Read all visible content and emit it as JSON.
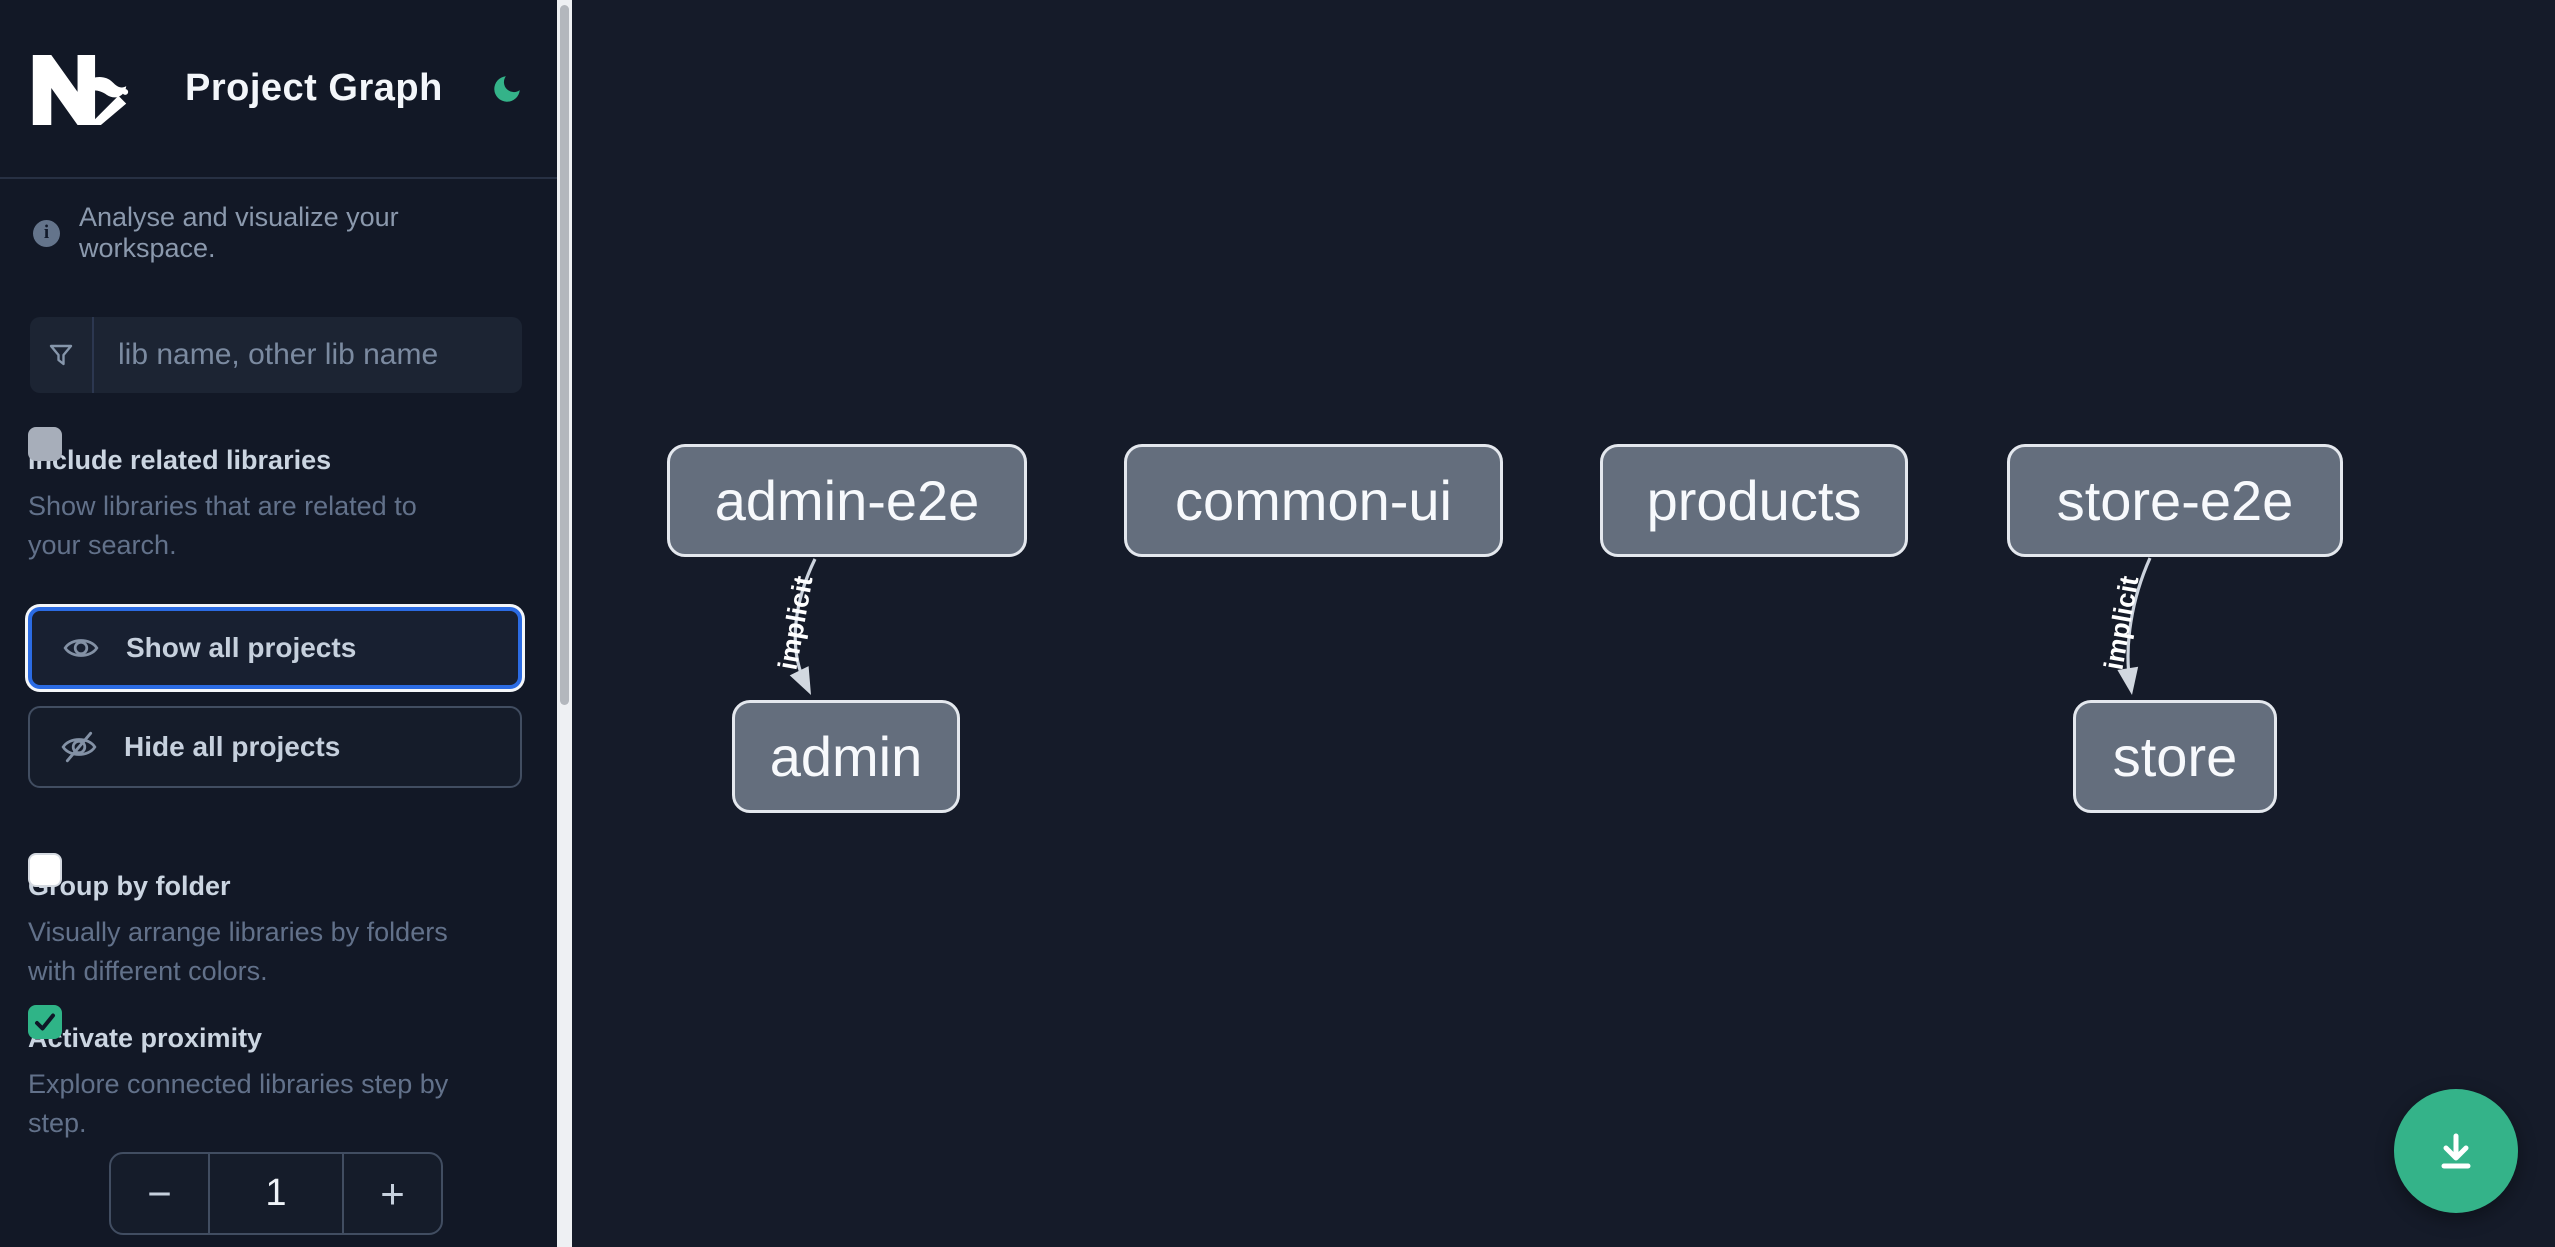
{
  "header": {
    "title": "Project Graph",
    "logo": "nx-logo",
    "theme_toggle_icon": "moon-icon"
  },
  "intro": {
    "text": "Analyse and visualize your workspace."
  },
  "search": {
    "placeholder": "lib name, other lib name",
    "icon": "filter-funnel-icon"
  },
  "options": [
    {
      "label": "Include related libraries",
      "description": "Show libraries that are related to your search.",
      "checked": false
    },
    {
      "label": "Group by folder",
      "description": "Visually arrange libraries by folders with different colors.",
      "checked": false
    },
    {
      "label": "Activate proximity",
      "description": "Explore connected libraries step by step.",
      "checked": true
    }
  ],
  "actions": {
    "show_all": "Show all projects",
    "hide_all": "Hide all projects"
  },
  "stepper": {
    "decrement": "−",
    "value": "1",
    "increment": "+"
  },
  "graph": {
    "nodes": [
      {
        "label": "admin-e2e"
      },
      {
        "label": "common-ui"
      },
      {
        "label": "products"
      },
      {
        "label": "store-e2e"
      },
      {
        "label": "admin"
      },
      {
        "label": "store"
      }
    ],
    "edges": [
      {
        "from": "admin-e2e",
        "to": "admin",
        "label": "implicit"
      },
      {
        "from": "store-e2e",
        "to": "store",
        "label": "implicit"
      }
    ]
  },
  "fab": {
    "icon": "download-icon"
  },
  "colors": {
    "accent_green": "#34b389",
    "focus_blue": "#2b6be3",
    "node_fill": "#646e7d",
    "node_border": "#e4e8ee",
    "sidebar_bg": "#121826",
    "canvas_bg": "#151b29"
  }
}
